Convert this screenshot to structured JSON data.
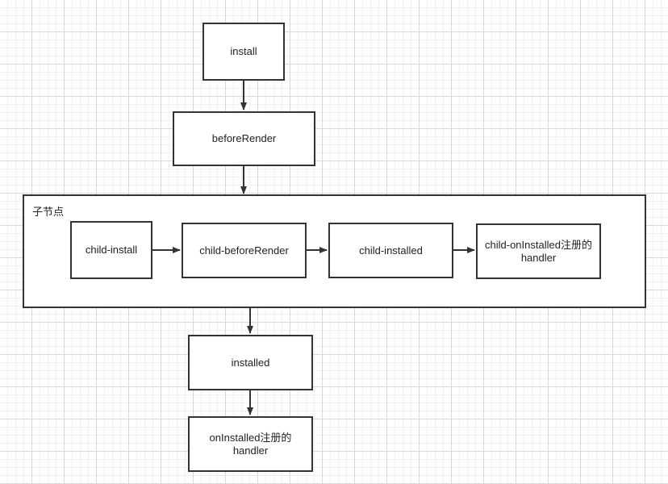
{
  "nodes": {
    "install": "install",
    "beforeRender": "beforeRender",
    "installed": "installed",
    "onInstalled": "onInstalled注册的handler"
  },
  "group": {
    "title": "子节点",
    "children": {
      "child_install": "child-install",
      "child_beforeRender": "child-beforeRender",
      "child_installed": "child-installed",
      "child_onInstalled": "child-onInstalled注册的handler"
    }
  },
  "edges": [
    {
      "from": "install",
      "to": "beforeRender"
    },
    {
      "from": "beforeRender",
      "to": "子节点"
    },
    {
      "from": "child-install",
      "to": "child-beforeRender"
    },
    {
      "from": "child-beforeRender",
      "to": "child-installed"
    },
    {
      "from": "child-installed",
      "to": "child-onInstalled注册的handler"
    },
    {
      "from": "子节点",
      "to": "installed"
    },
    {
      "from": "installed",
      "to": "onInstalled注册的handler"
    }
  ],
  "colors": {
    "stroke": "#333333",
    "grid": "#d9d9d9",
    "background": "#ffffff"
  }
}
